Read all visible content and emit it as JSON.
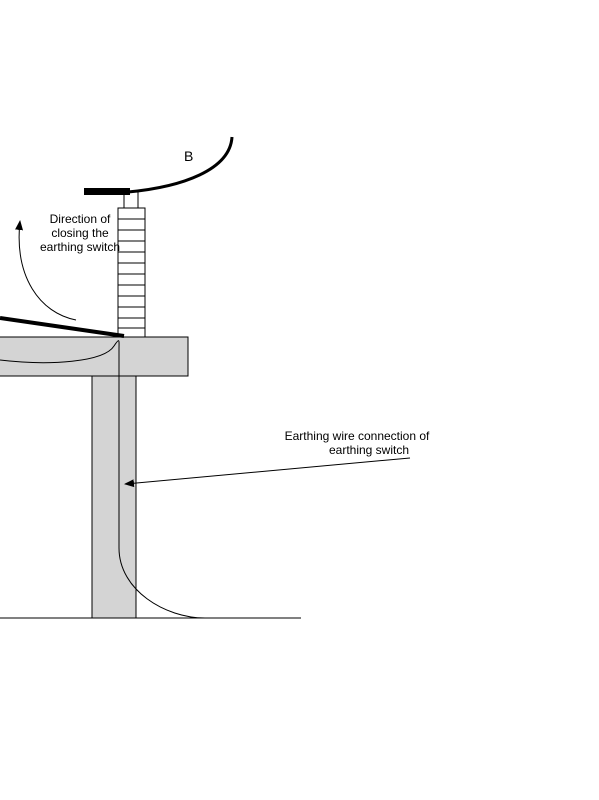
{
  "labels": {
    "busbar": "B",
    "direction_line1": "Direction of",
    "direction_line2": "closing the",
    "direction_line3": "earthing switch",
    "wire_line1": "Earthing wire connection of",
    "wire_line2": "earthing switch"
  },
  "colors": {
    "support": "#d4d4d4",
    "stroke": "#000000"
  }
}
